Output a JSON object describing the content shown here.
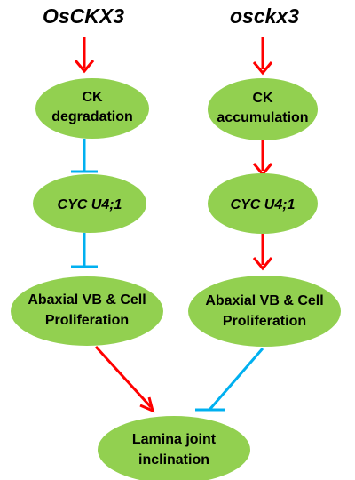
{
  "colors": {
    "node_fill": "#92d050",
    "promote_arrow": "#ff0000",
    "inhibit_bar": "#00b0f0",
    "text": "#000000"
  },
  "genes": {
    "left": "OsCKX3",
    "right": "osckx3"
  },
  "nodes": {
    "ck_degradation": [
      "CK",
      "degradation"
    ],
    "ck_accumulation": [
      "CK",
      "accumulation"
    ],
    "cyc_left": [
      "CYC U4;1"
    ],
    "cyc_right": [
      "CYC U4;1"
    ],
    "abaxial_left": [
      "Abaxial VB & Cell",
      "Proliferation"
    ],
    "abaxial_right": [
      "Abaxial VB & Cell",
      "Proliferation"
    ],
    "lamina": [
      "Lamina joint",
      "inclination"
    ]
  },
  "edges": [
    {
      "from": "OsCKX3",
      "to": "CK degradation",
      "type": "promote"
    },
    {
      "from": "CK degradation",
      "to": "CYC U4;1",
      "type": "inhibit"
    },
    {
      "from": "CYC U4;1",
      "to": "Abaxial VB & Cell Proliferation",
      "type": "inhibit"
    },
    {
      "from": "Abaxial VB & Cell Proliferation",
      "to": "Lamina joint inclination",
      "type": "promote"
    },
    {
      "from": "osckx3",
      "to": "CK accumulation",
      "type": "promote"
    },
    {
      "from": "CK accumulation",
      "to": "CYC U4;1",
      "type": "promote"
    },
    {
      "from": "CYC U4;1",
      "to": "Abaxial VB & Cell Proliferation",
      "type": "promote"
    },
    {
      "from": "Abaxial VB & Cell Proliferation",
      "to": "Lamina joint inclination",
      "type": "inhibit"
    }
  ]
}
